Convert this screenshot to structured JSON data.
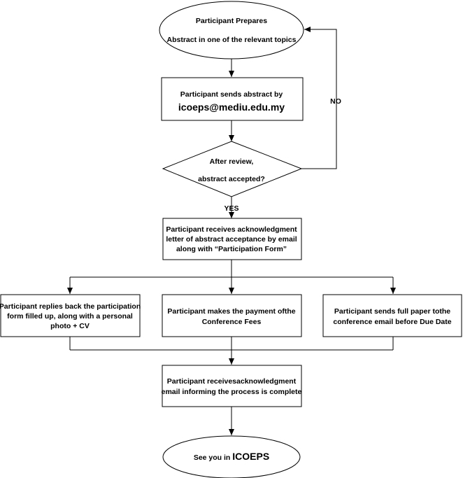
{
  "start": {
    "line1": "Participant Prepares",
    "line2": "Abstract in one of the relevant topics"
  },
  "send_abstract": {
    "line1": "Participant sends abstract by",
    "email": "icoeps@mediu.edu.my"
  },
  "review": {
    "line1": "After review,",
    "line2": "abstract accepted?",
    "no_label": "NO",
    "yes_label": "YES"
  },
  "acknowledgment": {
    "line1": "Participant receives acknowledgment",
    "line2": "letter of abstract acceptance by email",
    "line3": "along with “Participation Form”"
  },
  "reply_form": {
    "line1": "Participant replies back the participation",
    "line2": "form filled up, along with a personal",
    "line3": "photo + CV"
  },
  "payment": {
    "line1": "Participant makes the payment ofthe",
    "line2": "Conference Fees"
  },
  "full_paper": {
    "line1": "Participant sends full paper tothe",
    "line2": "conference email before Due Date"
  },
  "complete": {
    "line1": "Participant receivesacknowledgment",
    "line2": "email informing the process is complete"
  },
  "end": {
    "prefix": "See you in ",
    "brand": "ICOEPS"
  },
  "colors": {
    "stroke": "#000000",
    "fill": "#ffffff",
    "text": "#000000"
  }
}
